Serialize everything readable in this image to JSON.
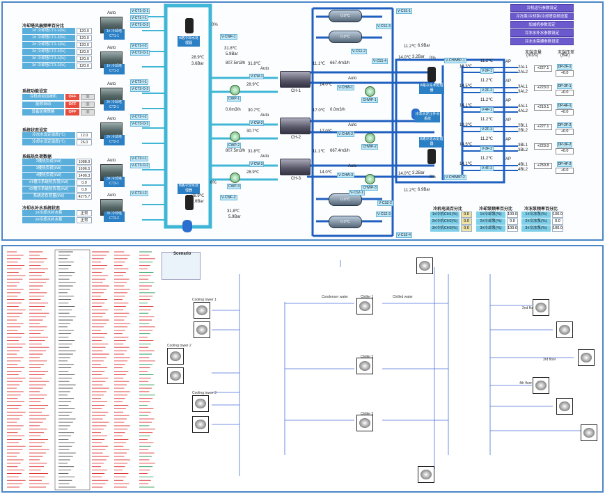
{
  "topPanel": {
    "leftInfo": {
      "towerFreqTitle": "冷却塔风扇频率百分比",
      "towerFreqRows": [
        {
          "label": "1# 冷却塔CT1-1(%)",
          "value": "120.0"
        },
        {
          "label": "1# 冷却塔CT1-2(%)",
          "value": "120.0"
        },
        {
          "label": "2# 冷却塔CT2-1(%)",
          "value": "120.0"
        },
        {
          "label": "2# 冷却塔CT2-2(%)",
          "value": "120.0"
        },
        {
          "label": "3# 冷却塔CT3-1(%)",
          "value": "120.0"
        },
        {
          "label": "3# 冷却塔CT3-2(%)",
          "value": "120.0"
        }
      ],
      "systemFuncTitle": "系统功能设定",
      "systemFuncRows": [
        {
          "label": "冷机自动加减机",
          "status": "OFF"
        },
        {
          "label": "能效自动",
          "status": "OFF"
        },
        {
          "label": "设备轮换策略",
          "status": "OFF"
        }
      ],
      "systemStateTitle": "系统状态设定",
      "systemStateRows": [
        {
          "label": "冷冻水设定温度(℃)",
          "value": "12.0"
        },
        {
          "label": "冷却水设定温度(℃)",
          "value": "26.0"
        }
      ],
      "loadTitle": "系统热负荷数据",
      "loadRows": [
        {
          "label": "2楼热负荷(kW)",
          "value": "1088.9"
        },
        {
          "label": "3楼热负荷(kW)",
          "value": "1696.5"
        },
        {
          "label": "4楼热负荷(kW)",
          "value": "1490.3"
        },
        {
          "label": "#1楼冷系统热负荷(kW)",
          "value": "0.0"
        },
        {
          "label": "#2楼冷系统热负荷(kW)",
          "value": "0.0"
        },
        {
          "label": "系统总负荷量(kW)",
          "value": "4275.7"
        }
      ],
      "makeupTitle": "冷却水补水系统状态",
      "makeupRows": [
        {
          "label": "1#冷却水补水泵",
          "value": "正常"
        },
        {
          "label": "2#冷却水补水泵",
          "value": "正常"
        }
      ]
    },
    "towers": [
      {
        "label": "1# 冷却塔 CT1-1",
        "tags": [
          "V-CT1-O-1",
          "V-CT1-I-1",
          "V-CT1-O-2"
        ]
      },
      {
        "label": "1# 冷却塔 CT1-2",
        "tags": [
          "V-CT1-I-2",
          "V-CT2-O-1"
        ]
      },
      {
        "label": "2# 冷却塔 CT2-1",
        "tags": [
          "V-CT2-I-1",
          "V-CT2-O-2"
        ]
      },
      {
        "label": "2# 冷却塔 CT2-2",
        "tags": [
          "V-CT2-I-2",
          "V-CT3-O-1"
        ]
      },
      {
        "label": "3# 冷却塔 CT3-1",
        "tags": [
          "V-CT3-I-1",
          "V-CT3-O-2"
        ]
      },
      {
        "label": "3# 冷却塔 CT3-2",
        "tags": [
          "V-CT3-I-2"
        ]
      }
    ],
    "auto": "Auto",
    "treatA": "A路冷却水处理器",
    "treatB": "B路冷却水处理器",
    "cwfLabels": [
      "V-CWF-1",
      "V-CWF-2"
    ],
    "leftReadings": {
      "t1": "31.8℃",
      "p1": "5.9Bar",
      "t2": "28.9℃",
      "p2": "3.6Bar",
      "t3": "28.9℃",
      "p3": "3.6Bar",
      "t4": "31.8℃",
      "p4": "5.9Bar"
    },
    "percentZero": "0%",
    "chillerRows": [
      {
        "flow": "807.5m3/h",
        "temp1": "31.8℃",
        "temp2": "28.9℃",
        "cw": "V-CW-1",
        "cwp": "CWP-1",
        "ch": "CH-1",
        "out": "11.1℃",
        "flow2": "667.4m3/h",
        "tout": "14.0℃",
        "chw": "V-CHW-1",
        "chwp": "CHWP-1"
      },
      {
        "flow": "0.0m3/h",
        "temp1": "30.7℃",
        "temp2": "30.7℃",
        "cw": "V-CW-2",
        "cwp": "CWP-2",
        "ch": "CH-2",
        "out": "17.0℃",
        "flow2": "0.0m3/h",
        "tout": "17.0℃",
        "chw": "V-CHW-2",
        "chwp": "CHWP-2"
      },
      {
        "flow": "807.5m3/h",
        "temp1": "31.8℃",
        "temp2": "28.9℃",
        "cw": "V-CW-3",
        "cwp": "CWP-3",
        "ch": "CH-3",
        "out": "11.1℃",
        "flow2": "667.4m3/h",
        "tout": "14.0℃",
        "chw": "V-CHW-3",
        "chwp": "CHWP-3"
      }
    ],
    "tanks": [
      {
        "temp": "0.0℃",
        "tag": "V-CS1-1"
      },
      {
        "temp": "0.0℃",
        "tag": "V-CS1-3"
      },
      {
        "temp": "0.0℃",
        "tag": "V-CS2-1"
      },
      {
        "temp": "0.0℃",
        "tag": "V-CS2-3"
      }
    ],
    "tankTags": [
      "V-CS1-2",
      "V-CS1-4",
      "V-CS2-2",
      "V-CS2-4"
    ],
    "purpleButtons": [
      "冷机运行参数设定",
      "冷冻泵/冷却泵/冷却塔变频设置",
      "加减机参数设定",
      "冷冻水补水参数设定",
      "冷冻水旁通参数设定"
    ],
    "chwTopReadings": {
      "t": "11.2℃",
      "p": "6.9Bar",
      "t2": "14.0℃",
      "p2": "3.2Bar",
      "pct": "0%",
      "tag": "V-CHWBP-1"
    },
    "chwBottomReadings": {
      "t": "11.2℃",
      "p": "6.9Bar",
      "t2": "14.0℃",
      "p2": "3.2Bar",
      "pct": "0%",
      "tag": "V-CHWBP-2"
    },
    "treatChwA": "A路冷冻水处理器",
    "treatChwB": "B路冷冻水处理器",
    "makeupChw": "冷冻水定压补水系统",
    "floors": [
      {
        "t1": "11.2℃",
        "t2": "13.3℃",
        "tag": "V-2F-1",
        "codes": [
          "2AL1",
          "2AL2"
        ],
        "flow": "+227.1",
        "dp": "DP-2F-1",
        "dpv": "+0.0"
      },
      {
        "t1": "11.2℃",
        "t2": "14.5℃",
        "tag": "V-2F-2",
        "codes": [
          "3AL1",
          "3AL2"
        ],
        "flow": "+223.0",
        "dp": "DP-3F-1",
        "dpv": "+0.0"
      },
      {
        "t1": "11.2℃",
        "t2": "14.1℃",
        "tag": "V-4F-1",
        "codes": [
          "4AL1",
          "4AL2"
        ],
        "flow": "+210.1",
        "dp": "DP-4F-1",
        "dpv": "+0.0"
      },
      {
        "t1": "11.2℃",
        "t2": "13.3℃",
        "tag": "V-2F-3",
        "codes": [
          "2BL1",
          "2BL2"
        ],
        "flow": "+227.1",
        "dp": "DP-2F-2",
        "dpv": "+0.0"
      },
      {
        "t1": "11.2℃",
        "t2": "14.5℃",
        "tag": "V-3F-2",
        "codes": [
          "3BL1",
          "3BL2"
        ],
        "flow": "+223.0",
        "dp": "DP-3F-2",
        "dpv": "+0.0"
      },
      {
        "t1": "11.2℃",
        "t2": "14.1℃",
        "tag": "V-4F-2",
        "codes": [
          "4BL1",
          "4BL2"
        ],
        "flow": "+259.8",
        "dp": "DP-4F-2",
        "dpv": "+0.0"
      }
    ],
    "ap": "AP",
    "headFlow": "末端流量\n(m3/s)",
    "headFlowLine1": "末端流量",
    "headFlowLine2": "(m3/s)",
    "headDpLine1": "末端压差",
    "headDpLine2": "(Bar)",
    "bottomTables": [
      {
        "title": "冷机电流百分比",
        "rows": [
          {
            "label": "1#冷机CH1(%)",
            "value": "0.0"
          },
          {
            "label": "2#冷机CH2(%)",
            "value": "0.0"
          },
          {
            "label": "3#冷机CH3(%)",
            "value": "0.0"
          }
        ]
      },
      {
        "title": "冷却泵频率百分比",
        "rows": [
          {
            "label": "1#冷却泵(%)",
            "value": "100.0"
          },
          {
            "label": "2#冷却泵(%)",
            "value": "0.0"
          },
          {
            "label": "3#冷却泵(%)",
            "value": "100.0"
          }
        ]
      },
      {
        "title": "冷冻泵频率百分比",
        "rows": [
          {
            "label": "1#冷冻泵(%)",
            "value": "100.0"
          },
          {
            "label": "2#冷冻泵(%)",
            "value": "0.0"
          },
          {
            "label": "3#冷冻泵(%)",
            "value": "100.0"
          }
        ]
      }
    ]
  },
  "bottomPanel": {
    "scenario": "Scenario",
    "labels": {
      "coolingTower1": "Cooling tower 1",
      "coolingTower2": "Cooling tower 2",
      "coolingTower3": "Cooling tower 3",
      "condenserWater": "Condenser water",
      "chilledWater": "Chilled water",
      "chiller1": "Chiller 1",
      "chiller2": "Chiller 2",
      "chiller3": "Chiller 3",
      "floor2": "2nd floor",
      "floor3": "3rd floor",
      "floor4": "4th floor"
    }
  },
  "colors": {
    "accent": "#4a86c8",
    "pipeBlue": "#1f5fbf",
    "pipeCyan": "#3fb6d6",
    "off": "#e74c3c",
    "purple": "#6a5acd"
  }
}
